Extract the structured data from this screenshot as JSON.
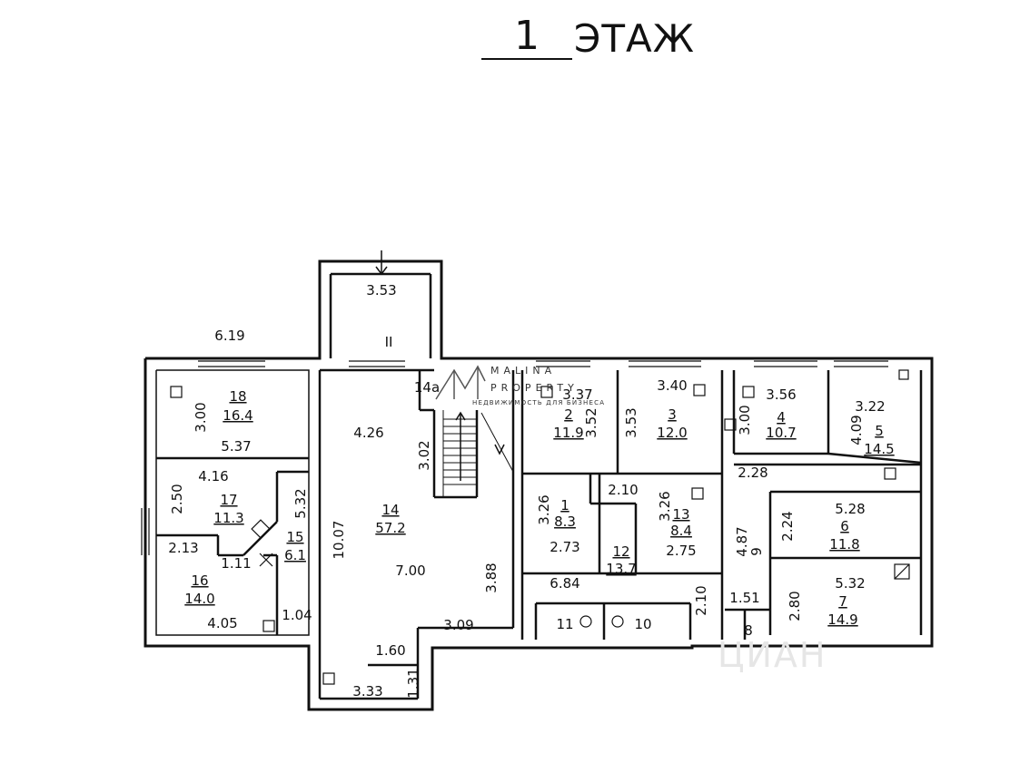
{
  "title": {
    "floor_number": "1",
    "floor_word": "ЭТАЖ"
  },
  "logo": {
    "name_line1": "MALINA",
    "name_line2": "PROPERTY",
    "tagline": "НЕДВИЖИМОСТЬ ДЛЯ БИЗНЕСА"
  },
  "watermark": "ЦИАН",
  "labels": [
    {
      "key": "r18n",
      "text": "18"
    },
    {
      "key": "r18a",
      "text": "16.4"
    },
    {
      "key": "r17n",
      "text": "17"
    },
    {
      "key": "r17a",
      "text": "11.3"
    },
    {
      "key": "r16n",
      "text": "16"
    },
    {
      "key": "r16a",
      "text": "14.0"
    },
    {
      "key": "r15n",
      "text": "15"
    },
    {
      "key": "r15a",
      "text": "6.1"
    },
    {
      "key": "r14n",
      "text": "14"
    },
    {
      "key": "r14a",
      "text": "57.2"
    },
    {
      "key": "r14a_small",
      "text": "14а"
    },
    {
      "key": "r2n",
      "text": "2"
    },
    {
      "key": "r2a",
      "text": "11.9"
    },
    {
      "key": "r3n",
      "text": "3"
    },
    {
      "key": "r3a",
      "text": "12.0"
    },
    {
      "key": "r4n",
      "text": "4"
    },
    {
      "key": "r4a",
      "text": "10.7"
    },
    {
      "key": "r5n",
      "text": "5"
    },
    {
      "key": "r5a",
      "text": "14.5"
    },
    {
      "key": "r1n",
      "text": "1"
    },
    {
      "key": "r1a",
      "text": "8.3"
    },
    {
      "key": "r13n",
      "text": "13"
    },
    {
      "key": "r13a",
      "text": "8.4"
    },
    {
      "key": "r12n",
      "text": "12"
    },
    {
      "key": "r12a",
      "text": "13.7"
    },
    {
      "key": "r6n",
      "text": "6"
    },
    {
      "key": "r6a",
      "text": "11.8"
    },
    {
      "key": "r7n",
      "text": "7"
    },
    {
      "key": "r7a",
      "text": "14.9"
    },
    {
      "key": "r9n",
      "text": "9"
    },
    {
      "key": "r10n",
      "text": "10"
    },
    {
      "key": "r11n",
      "text": "11"
    },
    {
      "key": "r8n",
      "text": "8"
    },
    {
      "key": "rII",
      "text": "II"
    },
    {
      "key": "d619",
      "text": "6.19"
    },
    {
      "key": "d353",
      "text": "3.53"
    },
    {
      "key": "d300a",
      "text": "3.00"
    },
    {
      "key": "d537",
      "text": "5.37"
    },
    {
      "key": "d416",
      "text": "4.16"
    },
    {
      "key": "d250",
      "text": "2.50"
    },
    {
      "key": "d532a",
      "text": "5.32"
    },
    {
      "key": "d213",
      "text": "2.13"
    },
    {
      "key": "d111",
      "text": "1.11"
    },
    {
      "key": "d405",
      "text": "4.05"
    },
    {
      "key": "d104",
      "text": "1.04"
    },
    {
      "key": "d426",
      "text": "4.26"
    },
    {
      "key": "d302",
      "text": "3.02"
    },
    {
      "key": "d1007",
      "text": "10.07"
    },
    {
      "key": "d700",
      "text": "7.00"
    },
    {
      "key": "d388",
      "text": "3.88"
    },
    {
      "key": "d309",
      "text": "3.09"
    },
    {
      "key": "d160",
      "text": "1.60"
    },
    {
      "key": "d333",
      "text": "3.33"
    },
    {
      "key": "d131",
      "text": "1.31"
    },
    {
      "key": "d337",
      "text": "3.37"
    },
    {
      "key": "d352",
      "text": "3.52"
    },
    {
      "key": "d340",
      "text": "3.40"
    },
    {
      "key": "d353b",
      "text": "3.53"
    },
    {
      "key": "d356",
      "text": "3.56"
    },
    {
      "key": "d300b",
      "text": "3.00"
    },
    {
      "key": "d322",
      "text": "3.22"
    },
    {
      "key": "d409",
      "text": "4.09"
    },
    {
      "key": "d326a",
      "text": "3.26"
    },
    {
      "key": "d273",
      "text": "2.73"
    },
    {
      "key": "d210a",
      "text": "2.10"
    },
    {
      "key": "d326b",
      "text": "3.26"
    },
    {
      "key": "d275",
      "text": "2.75"
    },
    {
      "key": "d684",
      "text": "6.84"
    },
    {
      "key": "d210b",
      "text": "2.10"
    },
    {
      "key": "d228",
      "text": "2.28"
    },
    {
      "key": "d487",
      "text": "4.87"
    },
    {
      "key": "d224",
      "text": "2.24"
    },
    {
      "key": "d528",
      "text": "5.28"
    },
    {
      "key": "d532b",
      "text": "5.32"
    },
    {
      "key": "d151",
      "text": "1.51"
    },
    {
      "key": "d280",
      "text": "2.80"
    }
  ]
}
